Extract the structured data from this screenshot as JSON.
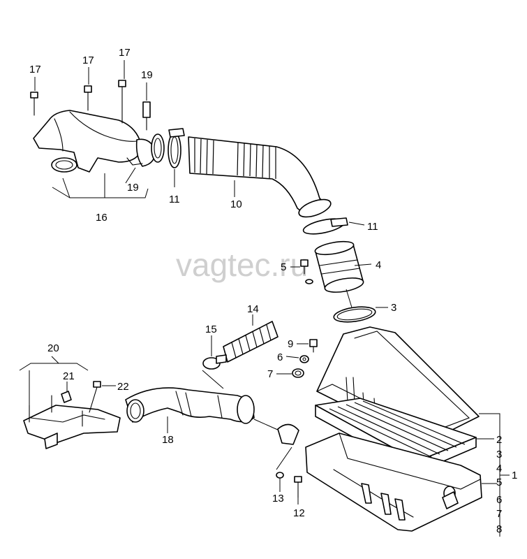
{
  "watermark": "vagtec.ru",
  "labels": {
    "l17a": "17",
    "l17b": "17",
    "l17c": "17",
    "l19a": "19",
    "l19b": "19",
    "l16": "16",
    "l11a": "11",
    "l10": "10",
    "l11b": "11",
    "l4": "4",
    "l5": "5",
    "l3": "3",
    "l14": "14",
    "l15": "15",
    "l9": "9",
    "l6": "6",
    "l7": "7",
    "l20": "20",
    "l21": "21",
    "l22": "22",
    "l18": "18",
    "l13": "13",
    "l12": "12",
    "l1": "1",
    "l2": "2",
    "l3b": "3",
    "l4b": "4",
    "l5b": "5",
    "l6b": "6",
    "l7b": "7",
    "l8": "8"
  },
  "colors": {
    "line": "#000000",
    "watermark": "#cfcfcf",
    "background": "#ffffff"
  }
}
